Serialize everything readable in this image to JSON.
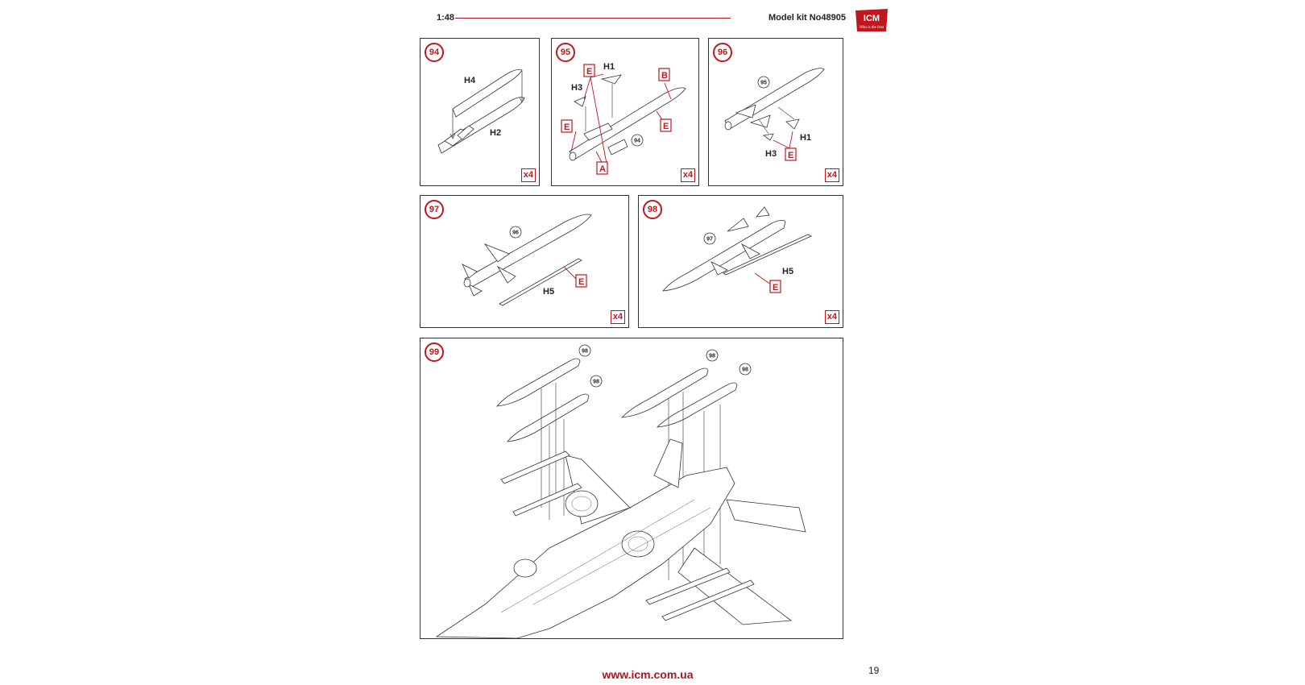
{
  "header": {
    "scale": "1:48",
    "kit": "Model kit No48905"
  },
  "logo": {
    "brand": "ICM",
    "tagline": "Who is the best"
  },
  "footer": {
    "url": "www.icm.com.ua",
    "page": "19"
  },
  "steps": [
    {
      "num": "94",
      "qty": "x4",
      "labels": [
        "H4",
        "H2"
      ]
    },
    {
      "num": "95",
      "qty": "x4",
      "labels": [
        "H1",
        "H3"
      ],
      "parts": [
        "E",
        "B",
        "E",
        "E",
        "A"
      ],
      "ref": "94"
    },
    {
      "num": "96",
      "qty": "x4",
      "labels": [
        "H1",
        "H3"
      ],
      "parts": [
        "E"
      ],
      "ref": "95"
    },
    {
      "num": "97",
      "qty": "x4",
      "labels": [
        "H5"
      ],
      "parts": [
        "E"
      ],
      "ref": "96"
    },
    {
      "num": "98",
      "qty": "x4",
      "labels": [
        "H5"
      ],
      "parts": [
        "E"
      ],
      "ref": "97"
    },
    {
      "num": "99",
      "refs": [
        "98",
        "98",
        "98",
        "98"
      ]
    }
  ],
  "colors": {
    "accent": "#c0171f",
    "line": "#333333"
  }
}
